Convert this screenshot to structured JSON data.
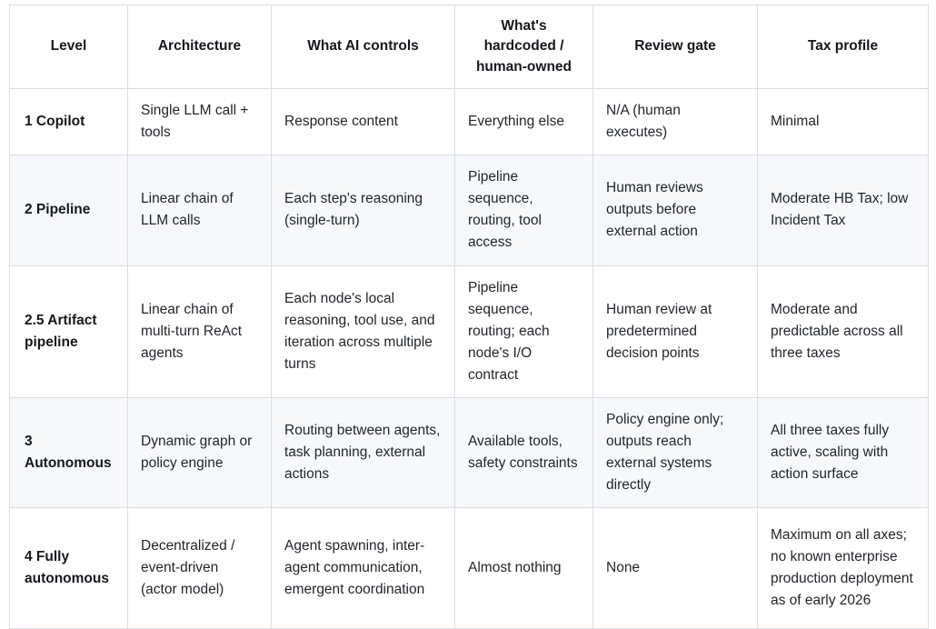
{
  "table": {
    "columns": [
      {
        "key": "level",
        "label": "Level"
      },
      {
        "key": "architecture",
        "label": "Architecture"
      },
      {
        "key": "ai_controls",
        "label": "What AI controls"
      },
      {
        "key": "hardcoded",
        "label": "What's hardcoded / human-owned"
      },
      {
        "key": "review_gate",
        "label": "Review gate"
      },
      {
        "key": "tax_profile",
        "label": "Tax profile"
      }
    ],
    "header_lines": {
      "level": [
        "Level"
      ],
      "architecture": [
        "Architecture"
      ],
      "ai_controls": [
        "What AI controls"
      ],
      "hardcoded": [
        "What's",
        "hardcoded /",
        "human-owned"
      ],
      "review_gate": [
        "Review gate"
      ],
      "tax_profile": [
        "Tax profile"
      ]
    },
    "rows": [
      {
        "level": "1 Copilot",
        "architecture": "Single LLM call + tools",
        "ai_controls": "Response content",
        "hardcoded": "Everything else",
        "review_gate": "N/A (human executes)",
        "tax_profile": "Minimal",
        "striped": false
      },
      {
        "level": "2 Pipeline",
        "architecture": "Linear chain of LLM calls",
        "ai_controls": "Each step's reasoning (single-turn)",
        "hardcoded": "Pipeline sequence, routing, tool access",
        "review_gate": "Human reviews outputs before external action",
        "tax_profile": "Moderate HB Tax; low Incident Tax",
        "striped": true
      },
      {
        "level": "2.5 Artifact pipeline",
        "architecture": "Linear chain of multi-turn ReAct agents",
        "ai_controls": "Each node's local reasoning, tool use, and iteration across multiple turns",
        "hardcoded": "Pipeline sequence, routing; each node's I/O contract",
        "review_gate": "Human review at predetermined decision points",
        "tax_profile": "Moderate and predictable across all three taxes",
        "striped": false
      },
      {
        "level": "3 Autonomous",
        "architecture": "Dynamic graph or policy engine",
        "ai_controls": "Routing between agents, task planning, external actions",
        "hardcoded": "Available tools, safety constraints",
        "review_gate": "Policy engine only; outputs reach external systems directly",
        "tax_profile": "All three taxes fully active, scaling with action surface",
        "striped": true
      },
      {
        "level": "4 Fully autonomous",
        "architecture": "Decentralized / event-driven (actor model)",
        "ai_controls": "Agent spawning, inter-agent communication, emergent coordination",
        "hardcoded": "Almost nothing",
        "review_gate": "None",
        "tax_profile": "Maximum on all axes; no known enterprise production deployment as of early 2026",
        "striped": false
      }
    ]
  },
  "colors": {
    "text_primary": "#15181c",
    "text_body": "#22262b",
    "border": "#d9dfe6",
    "outer_border": "#d3dae2",
    "row_stripe": "#f7f8fa",
    "row_plain": "#ffffff",
    "page_background": "#ffffff"
  }
}
